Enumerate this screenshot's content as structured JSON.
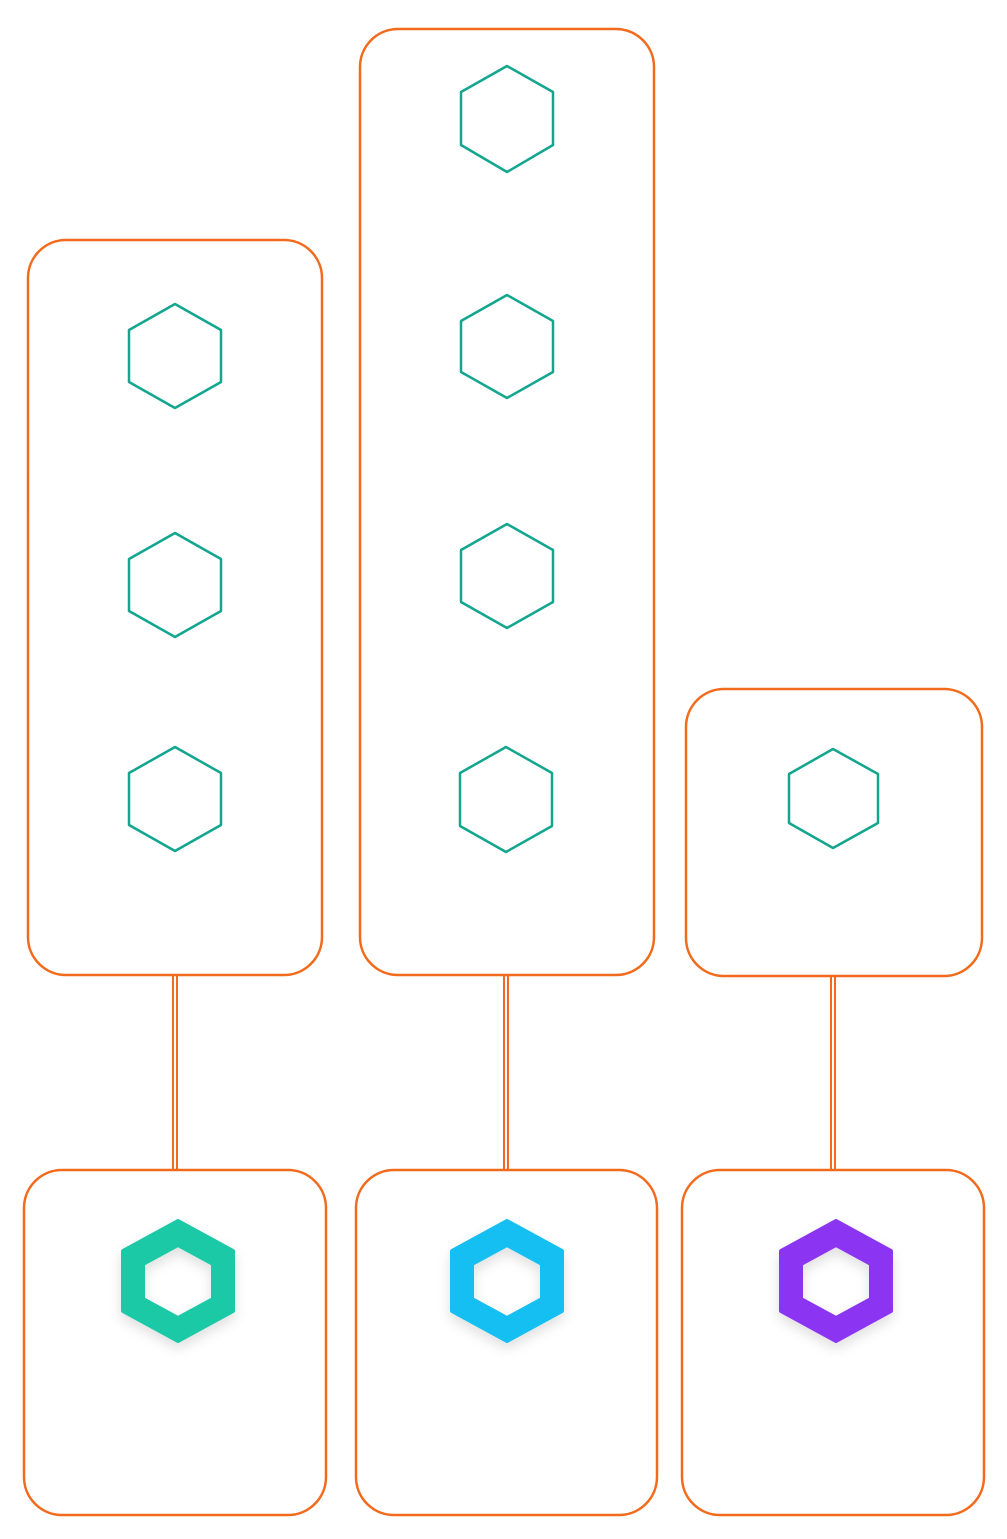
{
  "colors": {
    "background": "#ffffff",
    "frame": "#f26a1b",
    "node_outline": "#12a68f",
    "base_green": "#1ec9a6",
    "base_blue": "#12bff2",
    "base_purple": "#8b36f2"
  },
  "groups": [
    {
      "id": "group-left",
      "nodes": 3,
      "icon": "hexagon-outline-icon"
    },
    {
      "id": "group-middle",
      "nodes": 4,
      "icon": "hexagon-outline-icon"
    },
    {
      "id": "group-right",
      "nodes": 1,
      "icon": "hexagon-outline-icon"
    }
  ],
  "bases": [
    {
      "id": "base-left",
      "icon": "hexagon-green-icon",
      "color": "#1ec9a6"
    },
    {
      "id": "base-middle",
      "icon": "hexagon-blue-icon",
      "color": "#12bff2"
    },
    {
      "id": "base-right",
      "icon": "hexagon-purple-icon",
      "color": "#8b36f2"
    }
  ]
}
